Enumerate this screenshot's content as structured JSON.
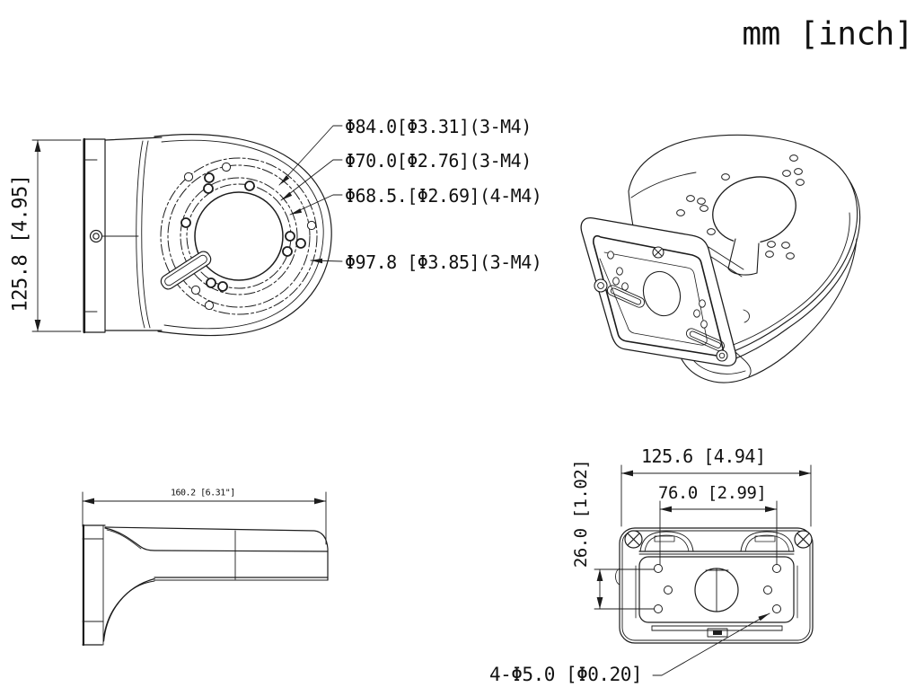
{
  "units_label": "mm [inch]",
  "colors": {
    "line": "#1c1c1c",
    "background": "#ffffff"
  },
  "views": {
    "front": {
      "height_dim": "125.8 [4.95]",
      "annotations": [
        {
          "label": "Φ84.0[Φ3.31](3-M4)"
        },
        {
          "label": "Φ70.0[Φ2.76](3-M4)"
        },
        {
          "label": "Φ68.5.[Φ2.69](4-M4)"
        },
        {
          "label": "Φ97.8 [Φ3.85](3-M4)"
        }
      ]
    },
    "side": {
      "length_dim": "160.2 [6.31\"]"
    },
    "bottom": {
      "width_dim": "125.6 [4.94]",
      "hole_spacing_dim": "76.0 [2.99]",
      "hole_offset_dim": "26.0 [1.02]",
      "mount_holes_label": "4-Φ5.0 [Φ0.20]"
    }
  }
}
